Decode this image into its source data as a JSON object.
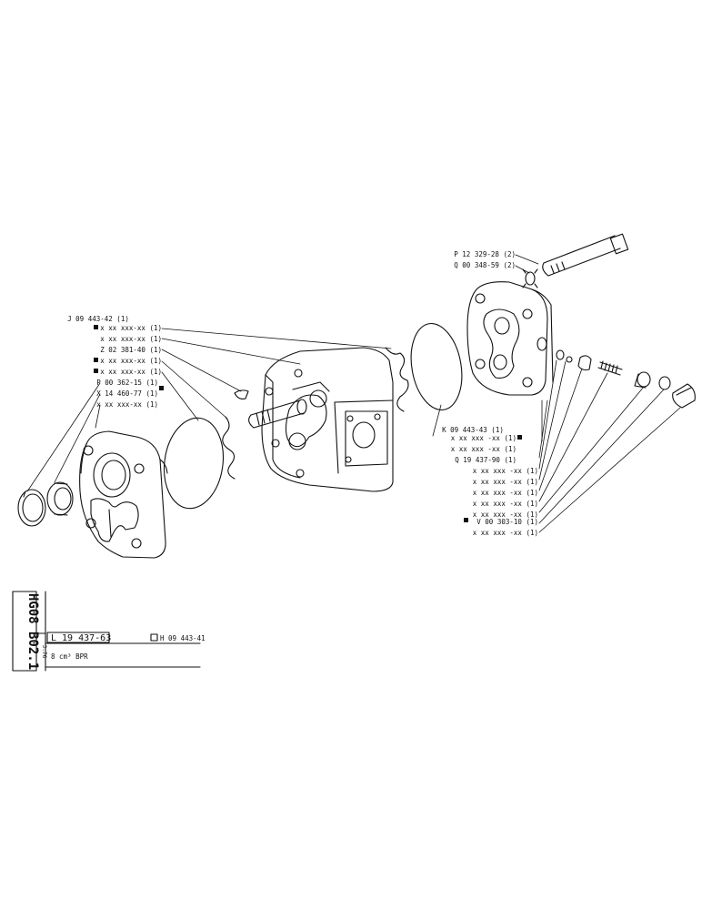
{
  "part_labels": {
    "l1": "J 09 443-42 (1)",
    "l2": "x xx xxx-xx (1)",
    "l3": "x xx xxx-xx (1)",
    "l4": "Z 02 381-40 (1)",
    "l5": "x xx xxx-xx (1)",
    "l6": "x xx xxx-xx (1)",
    "l7": "P 00 362-15 (1)",
    "l8": "X 14 460-77 (1)",
    "l9": "x xx xxx-xx (1)",
    "r1": "P 12 329-28 (2)",
    "r2": "Q 00 348-59 (2)",
    "r3": "K 09 443-43 (1)",
    "r4": "x xx xxx -xx (1)",
    "r5": "x xx xxx -xx (1)",
    "r6": "Q 19 437-90 (1)",
    "r7": "x xx xxx -xx (1)",
    "r8": "x xx xxx -xx (1)",
    "r9": "x xx xxx -xx (1)",
    "r10": "x xx xxx -xx (1)",
    "r11": "x xx xxx -xx (1)",
    "r12": "V 00 303-10 (1)",
    "r13": "x xx xxx -xx (1)"
  },
  "title_block": {
    "side_code": "HG08 B02.1",
    "date": "3.76",
    "part_number": "L 19 437-63",
    "ref_number": "H 09 443-41",
    "description": "8 cm³ BPR"
  }
}
